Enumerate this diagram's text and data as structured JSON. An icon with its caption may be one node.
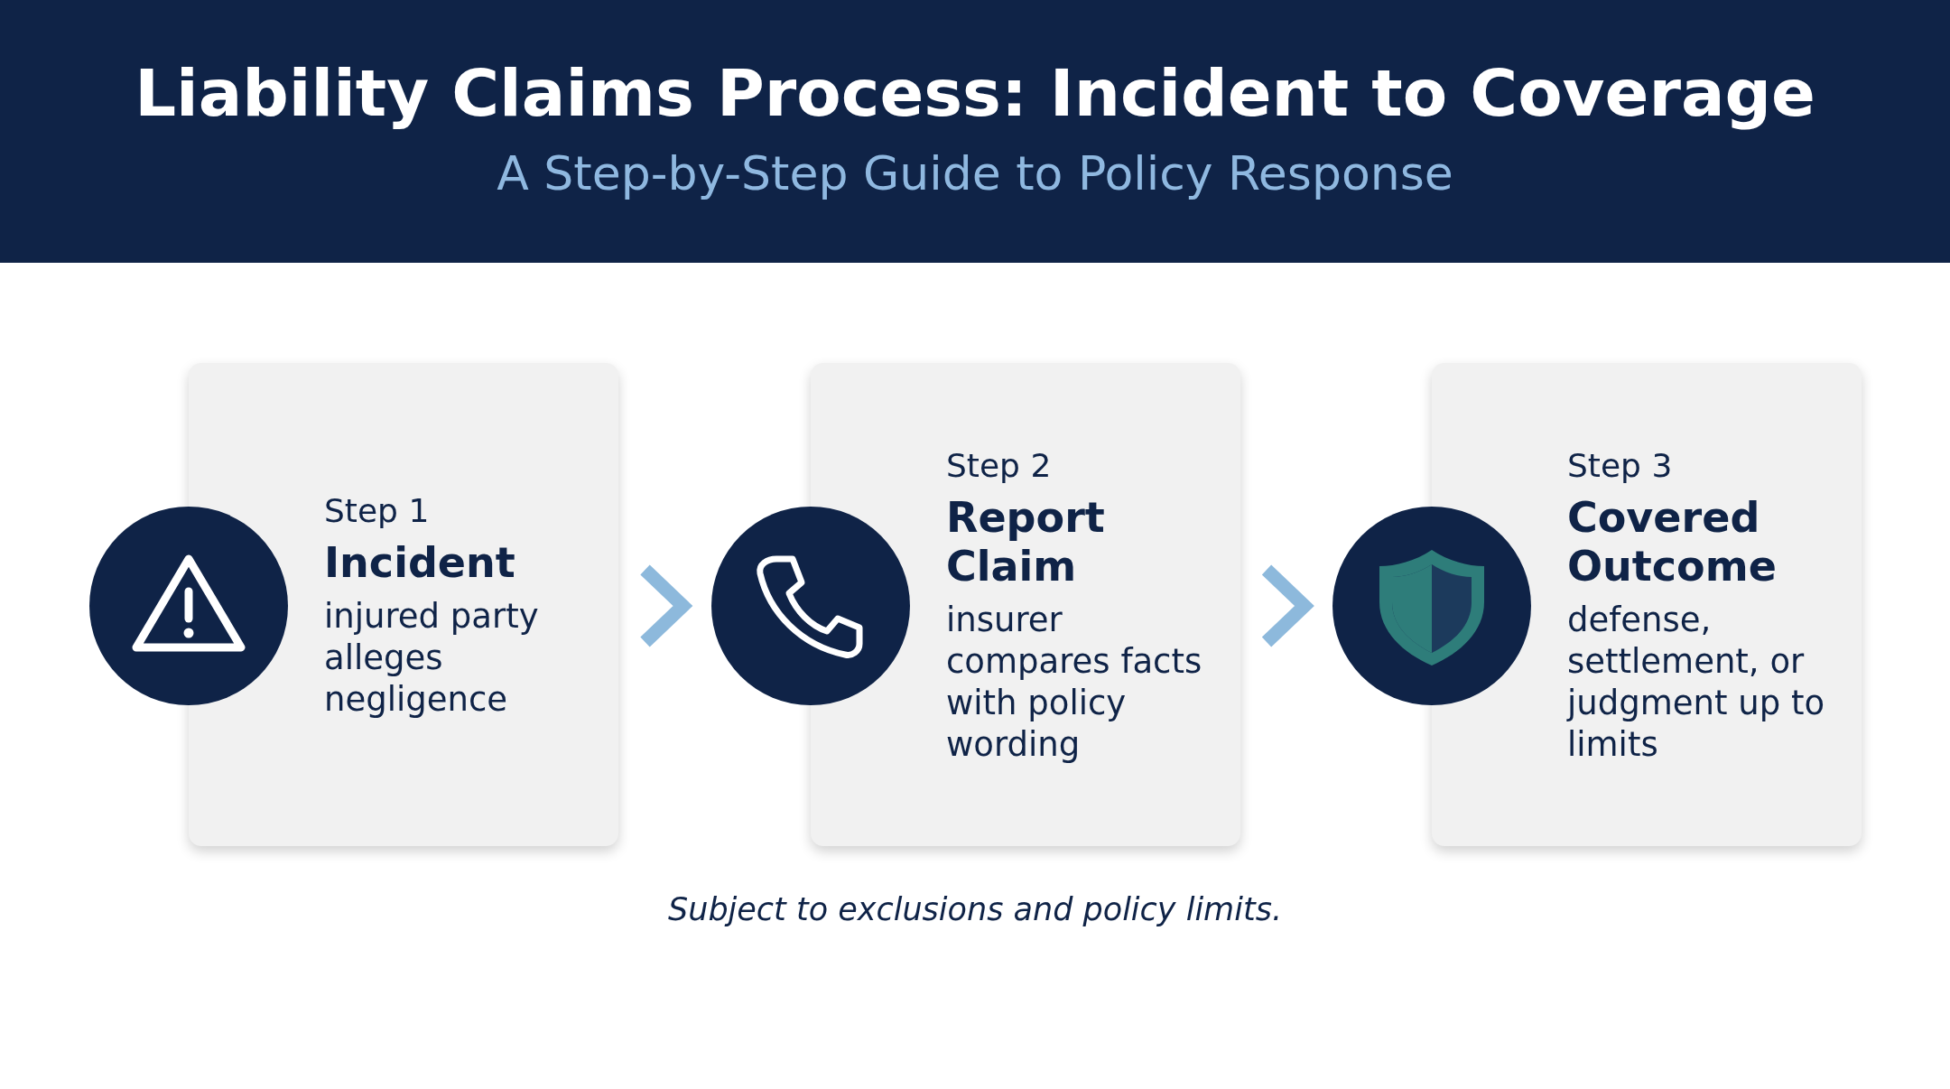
{
  "diagram": {
    "title": "Liability Claims Process: Incident to Coverage",
    "caption": "Subject to exclusions and policy limits.",
    "labels": [
      "A Step-by-Step Guide to Policy Response"
    ],
    "nodes": [
      {
        "text": [
          "Step 1",
          "Incident",
          "injured party alleges negligence"
        ]
      },
      {
        "text": [
          "Step 2",
          "Report Claim",
          "insurer compares facts with policy wording"
        ]
      },
      {
        "text": [
          "Step 3",
          "Covered Outcome",
          "defense, settlement, or judgment up to limits"
        ]
      }
    ],
    "edges": [
      {
        "from": 0,
        "to": 1,
        "arrow": "to"
      },
      {
        "from": 1,
        "to": 2,
        "arrow": "to"
      }
    ]
  }
}
